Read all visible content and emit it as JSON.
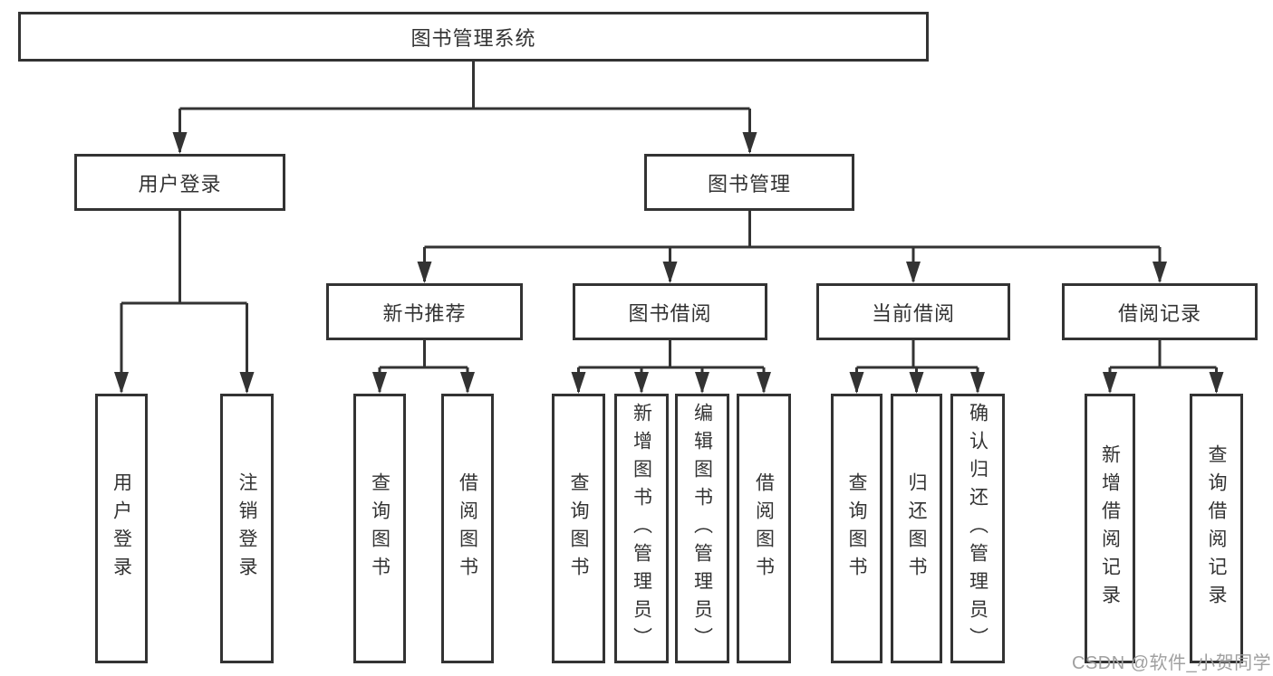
{
  "tree": {
    "root": {
      "label": "图书管理系统",
      "children": [
        {
          "label": "用户登录",
          "children": [
            {
              "label": "用户登录"
            },
            {
              "label": "注销登录"
            }
          ]
        },
        {
          "label": "图书管理",
          "children": [
            {
              "label": "新书推荐",
              "children": [
                {
                  "label": "查询图书"
                },
                {
                  "label": "借阅图书"
                }
              ]
            },
            {
              "label": "图书借阅",
              "children": [
                {
                  "label": "查询图书"
                },
                {
                  "label": "新增图书（管理员）"
                },
                {
                  "label": "编辑图书（管理员）"
                },
                {
                  "label": "借阅图书"
                }
              ]
            },
            {
              "label": "当前借阅",
              "children": [
                {
                  "label": "查询图书"
                },
                {
                  "label": "归还图书"
                },
                {
                  "label": "确认归还（管理员）"
                }
              ]
            },
            {
              "label": "借阅记录",
              "children": [
                {
                  "label": "新增借阅记录"
                },
                {
                  "label": "查询借阅记录"
                }
              ]
            }
          ]
        }
      ]
    }
  },
  "watermark": {
    "text": "CSDN @软件_小贺同学"
  },
  "colors": {
    "line": "#333333",
    "box_border": "#333333",
    "text": "#333333",
    "watermark": "#a0a0a0",
    "background": "#ffffff"
  }
}
